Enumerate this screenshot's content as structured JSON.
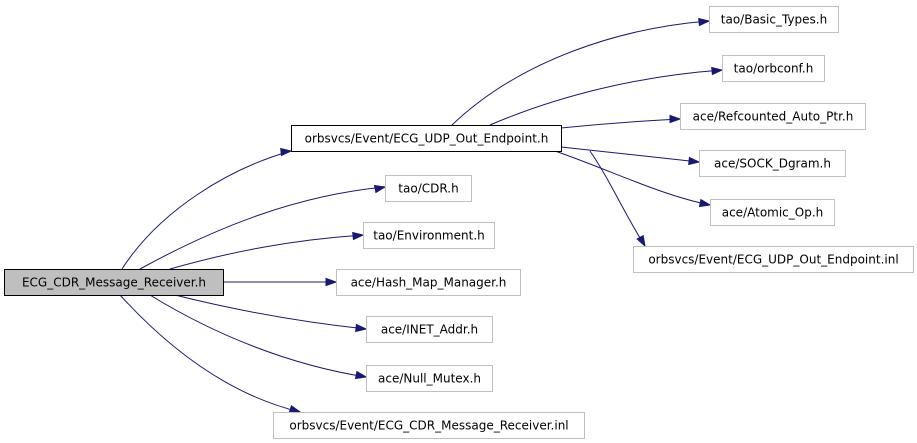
{
  "diagram": {
    "colors": {
      "edge": "#191970",
      "node_border": "#bfbfbf",
      "root_fill": "#bfbfbf"
    },
    "nodes": [
      {
        "id": "root",
        "label": "ECG_CDR_Message_Receiver.h"
      },
      {
        "id": "udp_out",
        "label": "orbsvcs/Event/ECG_UDP_Out_Endpoint.h"
      },
      {
        "id": "tao_cdr",
        "label": "tao/CDR.h"
      },
      {
        "id": "tao_env",
        "label": "tao/Environment.h"
      },
      {
        "id": "ace_hash",
        "label": "ace/Hash_Map_Manager.h"
      },
      {
        "id": "ace_inet",
        "label": "ace/INET_Addr.h"
      },
      {
        "id": "ace_null",
        "label": "ace/Null_Mutex.h"
      },
      {
        "id": "recv_inl",
        "label": "orbsvcs/Event/ECG_CDR_Message_Receiver.inl"
      },
      {
        "id": "tao_basic",
        "label": "tao/Basic_Types.h"
      },
      {
        "id": "tao_orbconf",
        "label": "tao/orbconf.h"
      },
      {
        "id": "ace_refc",
        "label": "ace/Refcounted_Auto_Ptr.h"
      },
      {
        "id": "ace_sock",
        "label": "ace/SOCK_Dgram.h"
      },
      {
        "id": "ace_atomic",
        "label": "ace/Atomic_Op.h"
      },
      {
        "id": "udp_inl",
        "label": "orbsvcs/Event/ECG_UDP_Out_Endpoint.inl"
      }
    ],
    "edges": [
      {
        "from": "root",
        "to": "udp_out"
      },
      {
        "from": "root",
        "to": "tao_cdr"
      },
      {
        "from": "root",
        "to": "tao_env"
      },
      {
        "from": "root",
        "to": "ace_hash"
      },
      {
        "from": "root",
        "to": "ace_inet"
      },
      {
        "from": "root",
        "to": "ace_null"
      },
      {
        "from": "root",
        "to": "recv_inl"
      },
      {
        "from": "udp_out",
        "to": "tao_basic"
      },
      {
        "from": "udp_out",
        "to": "tao_orbconf"
      },
      {
        "from": "udp_out",
        "to": "ace_refc"
      },
      {
        "from": "udp_out",
        "to": "ace_sock"
      },
      {
        "from": "udp_out",
        "to": "ace_atomic"
      },
      {
        "from": "udp_out",
        "to": "udp_inl"
      }
    ]
  }
}
